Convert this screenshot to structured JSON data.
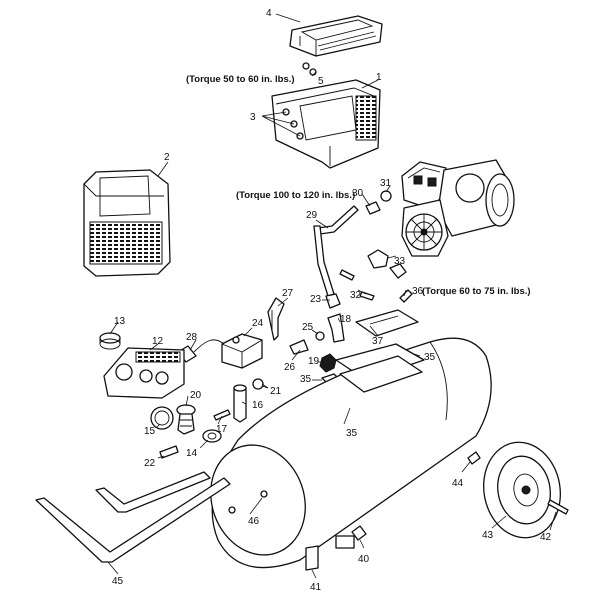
{
  "torque_notes": {
    "cover": "(Torque 50 to 60 in. lbs.)",
    "pump": "(Torque 100 to 120 in. lbs.)",
    "bracket": "(Torque 60 to 75 in. lbs.)"
  },
  "part_numbers": {
    "shroud_top": "4",
    "screw": "5",
    "shroud": "1",
    "mount_studs": "3",
    "side_cover": "2",
    "fitting_30": "30",
    "nut_31": "31",
    "discharge_tube": "29",
    "nut_33": "33",
    "screw_32": "32",
    "screw_36": "36",
    "elbow_23": "23",
    "connector_18": "18",
    "plate_37": "37",
    "bracket_27": "27",
    "fitting_25": "25",
    "switch_24": "24",
    "cord_28": "28",
    "fitting_26": "26",
    "spring_19": "19",
    "mount_35a": "35",
    "mount_35b": "35",
    "mount_35c": "35",
    "cap_13": "13",
    "panel_12": "12",
    "valve_20": "20",
    "bolt_21": "21",
    "valve_16": "16",
    "gauge_15": "15",
    "pin_17": "17",
    "coupler_22": "22",
    "ring_14": "14",
    "bolt_44": "44",
    "screw_46": "46",
    "wheel_43": "43",
    "axle_42": "42",
    "drain_40": "40",
    "foot_41": "41",
    "handle_45": "45"
  }
}
